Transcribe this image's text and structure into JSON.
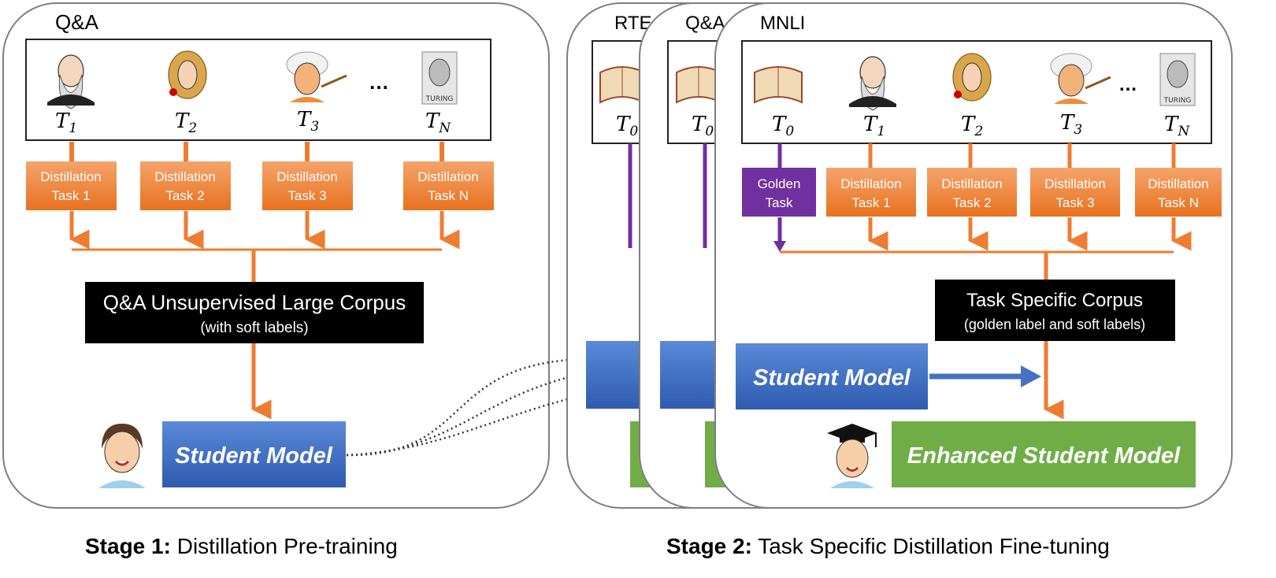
{
  "stage1": {
    "panel_title": "Q&A",
    "teachers": [
      {
        "name": "darwin-icon",
        "label": "T",
        "sub": "1"
      },
      {
        "name": "newton-icon",
        "label": "T",
        "sub": "2"
      },
      {
        "name": "einstein-icon",
        "label": "T",
        "sub": "3"
      },
      {
        "name": "turing-icon",
        "label": "T",
        "sub": "N"
      }
    ],
    "ellipsis": "…",
    "tasks": [
      {
        "line1": "Distillation",
        "line2": "Task 1"
      },
      {
        "line1": "Distillation",
        "line2": "Task 2"
      },
      {
        "line1": "Distillation",
        "line2": "Task 3"
      },
      {
        "line1": "Distillation",
        "line2": "Task N"
      }
    ],
    "corpus_title": "Q&A Unsupervised Large Corpus",
    "corpus_subtitle": "(with soft labels)",
    "student_model": "Student Model",
    "caption_bold": "Stage 1:",
    "caption_text": " Distillation Pre-training"
  },
  "stage2": {
    "back_panel_titles": [
      "RTE",
      "Q&A"
    ],
    "back_teacher": {
      "label": "T",
      "sub": "0"
    },
    "panel_title": "MNLI",
    "teachers": [
      {
        "name": "book-icon",
        "label": "T",
        "sub": "0"
      },
      {
        "name": "darwin-icon",
        "label": "T",
        "sub": "1"
      },
      {
        "name": "newton-icon",
        "label": "T",
        "sub": "2"
      },
      {
        "name": "einstein-icon",
        "label": "T",
        "sub": "3"
      },
      {
        "name": "turing-icon",
        "label": "T",
        "sub": "N"
      }
    ],
    "ellipsis": "…",
    "golden_task": {
      "line1": "Golden",
      "line2": "Task"
    },
    "tasks": [
      {
        "line1": "Distillation",
        "line2": "Task 1"
      },
      {
        "line1": "Distillation",
        "line2": "Task 2"
      },
      {
        "line1": "Distillation",
        "line2": "Task 3"
      },
      {
        "line1": "Distillation",
        "line2": "Task N"
      }
    ],
    "corpus_title": "Task Specific Corpus",
    "corpus_subtitle": "(golden label and soft labels)",
    "student_model": "Student Model",
    "enhanced_model": "Enhanced Student Model",
    "caption_bold": "Stage 2:",
    "caption_text": " Task Specific Distillation Fine-tuning"
  },
  "colors": {
    "orange": "#ED7D31",
    "purple": "#7030A0",
    "blue": "#4472C4",
    "green": "#70AD47",
    "black": "#000000"
  }
}
